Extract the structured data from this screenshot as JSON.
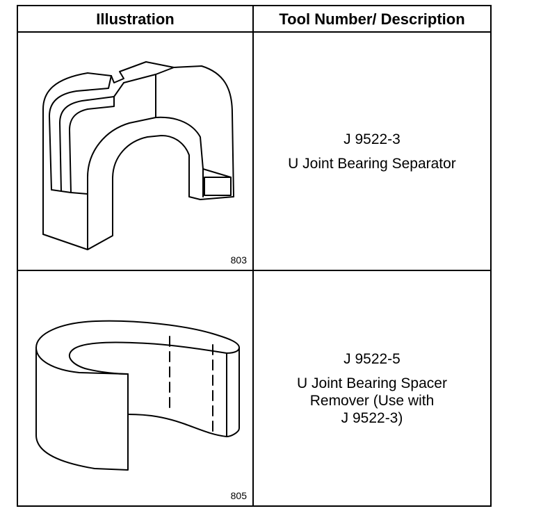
{
  "table": {
    "headers": {
      "illustration": "Illustration",
      "tool": "Tool Number/ Description"
    },
    "rows": [
      {
        "figure_number": "803",
        "tool_number": "J 9522-3",
        "description_lines": [
          "U Joint Bearing Separator"
        ]
      },
      {
        "figure_number": "805",
        "tool_number": "J 9522-5",
        "description_lines": [
          "U Joint Bearing Spacer",
          "Remover (Use with",
          "J 9522-3)"
        ]
      }
    ]
  }
}
